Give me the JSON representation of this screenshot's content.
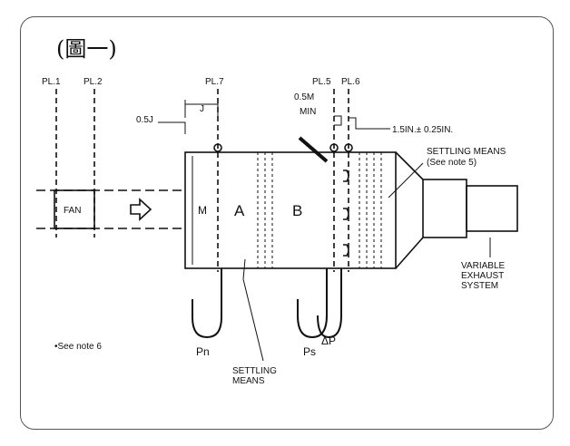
{
  "figure": {
    "title": "(圖一)"
  },
  "diagram": {
    "planes": {
      "pl1": "PL.1",
      "pl2": "PL.2",
      "pl7": "PL.7",
      "pl5": "PL.5",
      "pl6": "PL.6"
    },
    "dimensions": {
      "d05": "0.5J",
      "j": "J",
      "min_line1": "0.5M",
      "min_line2": "MIN",
      "tolerance": "1.5IN.± 0.25IN.",
      "m": "M"
    },
    "components": {
      "fan": "FAN",
      "chamber_a": "A",
      "chamber_b": "B",
      "exhaust": [
        "VARIABLE",
        "EXHAUST",
        "SYSTEM"
      ]
    },
    "settling_right": [
      "SETTLING MEANS",
      "(See note 5)"
    ],
    "settling_bottom": [
      "SETTLING",
      "MEANS"
    ],
    "pressures": {
      "pn": "Pn",
      "ps": "Ps",
      "dp": "ΔP"
    },
    "note": "•See note 6"
  }
}
